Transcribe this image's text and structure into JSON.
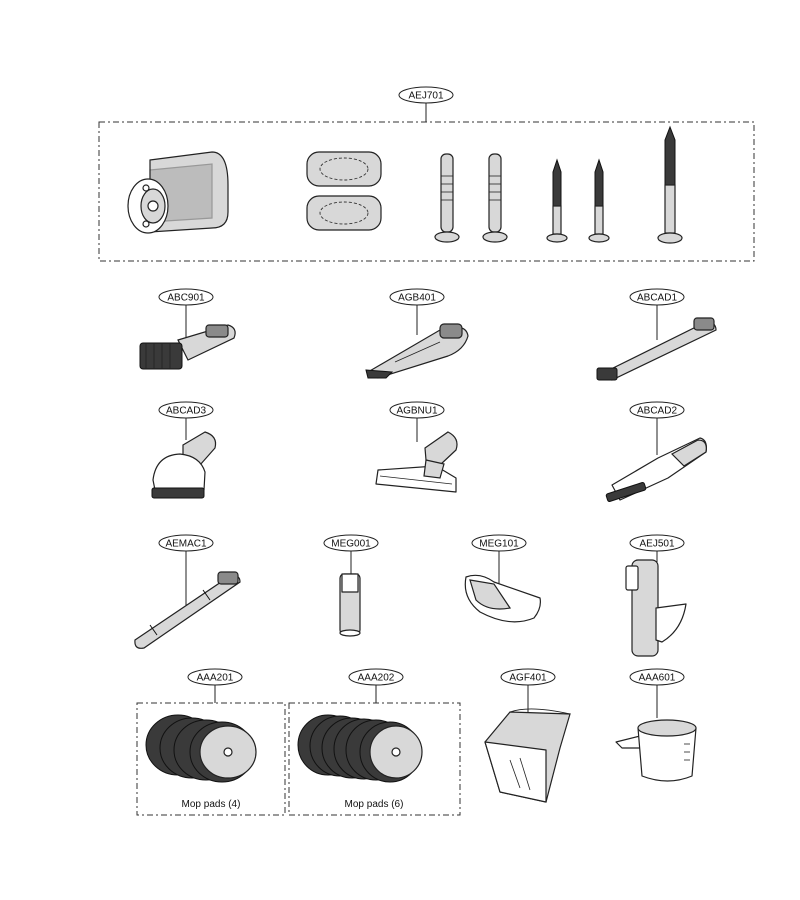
{
  "group_label": "AEJ701",
  "parts": {
    "abc901": "ABC901",
    "agb401": "AGB401",
    "abcad1": "ABCAD1",
    "abcad3": "ABCAD3",
    "agbnu1": "AGBNU1",
    "abcad2": "ABCAD2",
    "aemac1": "AEMAC1",
    "meg001": "MEG001",
    "meg101": "MEG101",
    "aej501": "AEJ501",
    "aaa201": "AAA201",
    "aaa202": "AAA202",
    "agf401": "AGF401",
    "aaa601": "AAA601"
  },
  "captions": {
    "mop_pads_4": "Mop pads (4)",
    "mop_pads_6": "Mop pads (6)"
  }
}
